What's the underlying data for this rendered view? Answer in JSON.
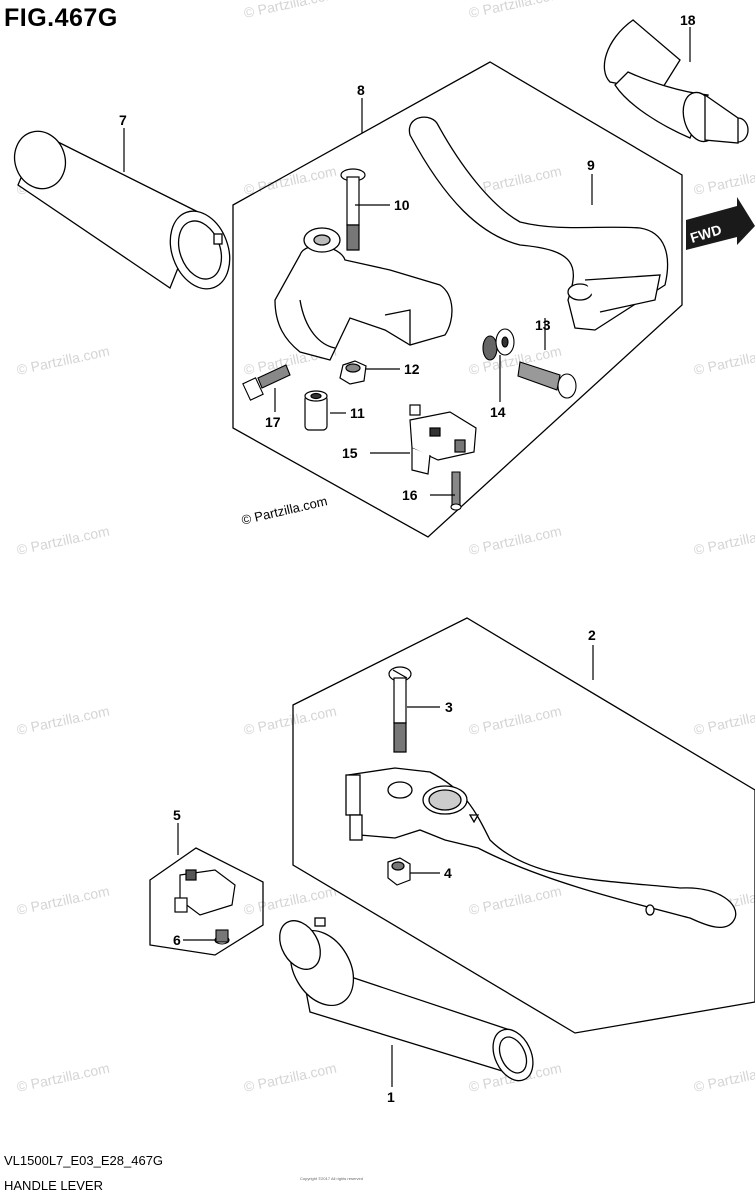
{
  "figure": {
    "title": "FIG.467G",
    "code": "VL1500L7_E03_E28_467G",
    "name": "HANDLE LEVER",
    "copyright": "© Partzilla.com",
    "watermark": "© Partzilla.com",
    "tiny_note": "Copyright ©2017 All rights reserved"
  },
  "fwd_label": "FWD",
  "callouts": [
    {
      "id": "1",
      "part": "grip-right"
    },
    {
      "id": "2",
      "part": "front-brake-lever-assembly"
    },
    {
      "id": "3",
      "part": "brake-lever-pivot-bolt"
    },
    {
      "id": "4",
      "part": "brake-lever-nut"
    },
    {
      "id": "5",
      "part": "front-brake-switch-group"
    },
    {
      "id": "6",
      "part": "brake-switch-screw"
    },
    {
      "id": "7",
      "part": "grip-left"
    },
    {
      "id": "8",
      "part": "clutch-lever-assembly"
    },
    {
      "id": "9",
      "part": "clutch-lever"
    },
    {
      "id": "10",
      "part": "clutch-lever-pivot-bolt"
    },
    {
      "id": "11",
      "part": "spacer"
    },
    {
      "id": "12",
      "part": "clutch-lever-nut"
    },
    {
      "id": "13",
      "part": "adjuster-bolt"
    },
    {
      "id": "14",
      "part": "adjuster-spring"
    },
    {
      "id": "15",
      "part": "clutch-switch"
    },
    {
      "id": "16",
      "part": "clutch-switch-screw"
    },
    {
      "id": "17",
      "part": "holder-bolt"
    },
    {
      "id": "18",
      "part": "throttle-grip-end"
    }
  ]
}
